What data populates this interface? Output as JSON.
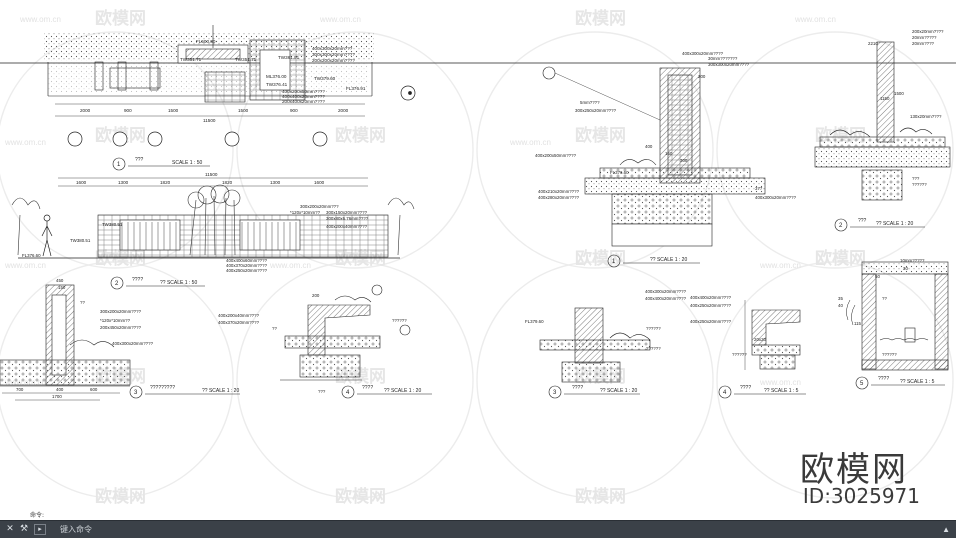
{
  "watermark": {
    "brand": "欧模网",
    "id": "ID:3025971",
    "url": "www.om.cn",
    "tile": "欧模网"
  },
  "cmdline": {
    "history_label": "命令:",
    "prompt": "键入命令",
    "close_glyph": "✕",
    "tool_glyph": "⚒"
  },
  "panels": {
    "p1": {
      "num": "1",
      "title": "???",
      "scale": "SCALE 1 : 50"
    },
    "p2": {
      "num": "2",
      "title": "????",
      "scale": "?? SCALE 1 : 50"
    },
    "p3": {
      "num": "3",
      "title": "?????????",
      "scale": "?? SCALE 1 : 20"
    },
    "p4": {
      "num": "4",
      "title": "????",
      "scale": "?? SCALE 1 : 20"
    },
    "r1": {
      "num": "1",
      "title": "",
      "scale": "?? SCALE 1 : 20"
    },
    "r2": {
      "num": "2",
      "title": "???",
      "scale": "?? SCALE 1 : 20"
    },
    "r3": {
      "num": "3",
      "title": "????",
      "scale": "?? SCALE 1 : 20"
    },
    "r4": {
      "num": "4",
      "title": "????",
      "scale": "?? SCALE 1 : 5"
    },
    "r5": {
      "num": "5",
      "title": "????",
      "scale": "?? SCALE 1 : 5"
    }
  },
  "dims": {
    "plan_top": [
      "2000",
      "900",
      "1500",
      "1500",
      "900",
      "2000"
    ],
    "plan_total": "11500",
    "elev_top": [
      "1600",
      "1300",
      "1820",
      "1820",
      "1300",
      "1600"
    ],
    "elev_total": "11500",
    "d3": [
      "700",
      "400",
      "600",
      "1700",
      "450",
      "150"
    ],
    "r1": [
      "400",
      "300",
      "150",
      "200",
      "377"
    ],
    "r2": [
      "1500",
      "1150",
      "2210"
    ],
    "r5": [
      "50",
      "35",
      "40",
      "115",
      "30"
    ]
  },
  "notes": {
    "plan": [
      "FL500.00",
      "TW351.71",
      "TW351.71",
      "TW361.91",
      "400x300x20mm???",
      "300x300x20mm????",
      "200x200x20mm????",
      "FL376.91",
      "ML376.00",
      "TW376.41",
      "TW379.60",
      "400x200x50mm????",
      "400x400x20mm????",
      "200x400x20mm????"
    ],
    "elev": [
      "300x200x20mm???",
      "300x150x20mm????",
      "300x80x6.76mm????",
      "*120x*10mm??",
      "TW380.51",
      "TW380.51",
      "FL376.60",
      "400x200x40mm????",
      "400x400x60mm????",
      "400x370x20mm????",
      "400x250x20mm????"
    ],
    "d3": [
      "300x200x20mm????",
      "*120x*10mm??",
      "200x450x20mm????",
      "400x300x20mm????",
      "??"
    ],
    "d4": [
      "200",
      "400x200x40mm????",
      "400x370x20mm????",
      "??????",
      "??",
      "???"
    ],
    "r1": [
      "400x300x20mm????",
      "30mm???????",
      "300x300x20mm????",
      "5mm????",
      "300x250x20mm????",
      "400x200x50mm????",
      "FL376.60",
      "400x210x20mm????",
      "400x280x20mm????",
      "400x300x20mm????"
    ],
    "r2": [
      "200x20mm????",
      "20mm?????",
      "20mm????",
      "130x20mm????",
      "???",
      "??????"
    ],
    "r3": [
      "400x300x20mm????",
      "400x400x20mm????",
      "FL379.60",
      "??????",
      "??????"
    ],
    "r4": [
      "400x400x20mm????",
      "400x250x20mm????",
      "400x250x20mm????",
      "20x20",
      "??????"
    ],
    "r5": [
      "10mm?????",
      "??????",
      "??"
    ]
  }
}
